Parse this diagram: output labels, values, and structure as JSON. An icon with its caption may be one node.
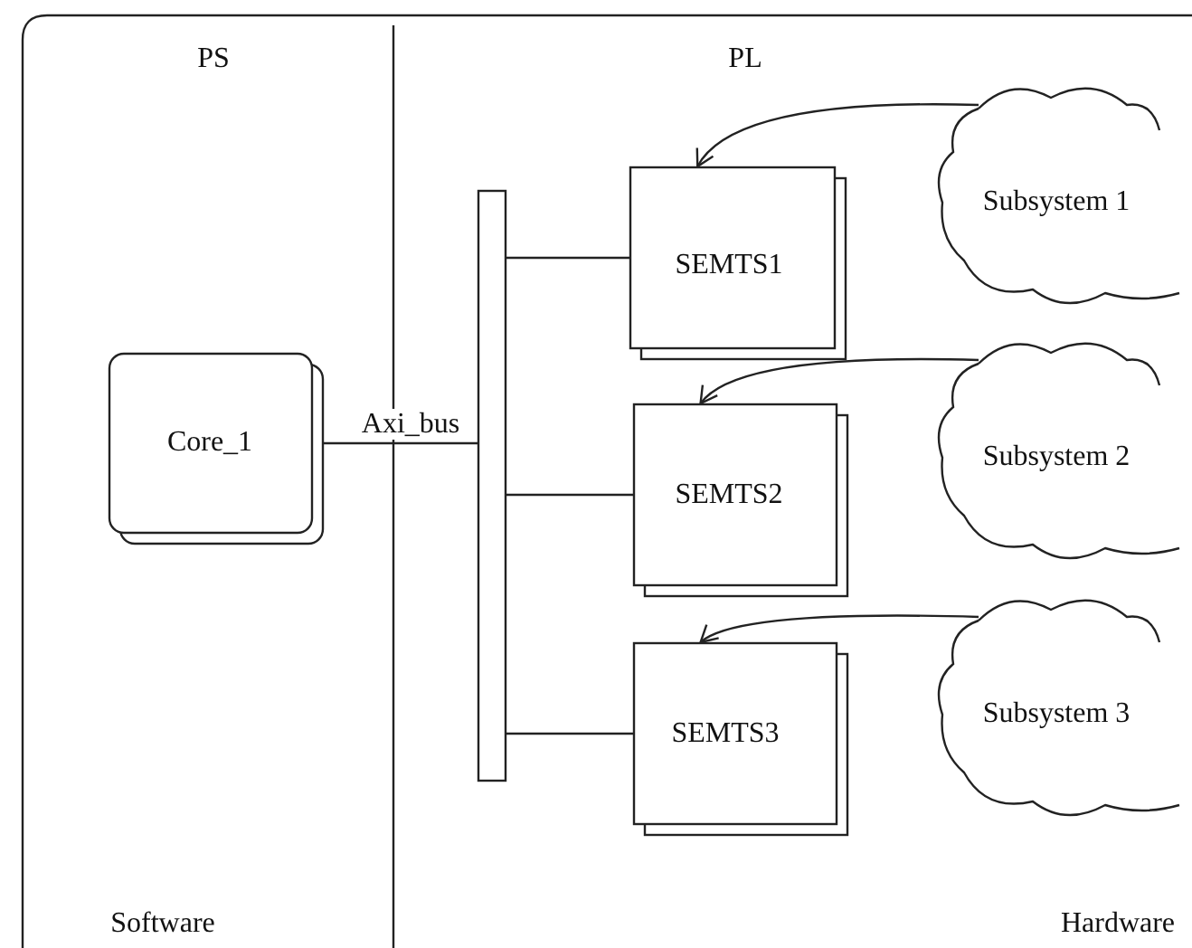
{
  "diagram": {
    "nodes": [
      {
        "text": [
          "Core_1"
        ]
      },
      {
        "text": [],
        "shape": "bar"
      },
      {
        "text": [
          "SEMTS1"
        ]
      },
      {
        "text": [
          "Subsystem 1"
        ]
      },
      {
        "text": [
          "SEMTS2"
        ]
      },
      {
        "text": [
          "Subsystem 2"
        ]
      },
      {
        "text": [
          "SEMTS3"
        ]
      },
      {
        "text": [
          "Subsystem 3"
        ]
      }
    ],
    "edges": [
      {
        "from": 0,
        "to": 1,
        "arrow": "none",
        "label": "Axi_bus"
      },
      {
        "from": 1,
        "to": 2,
        "arrow": "none"
      },
      {
        "from": 1,
        "to": 4,
        "arrow": "none"
      },
      {
        "from": 1,
        "to": 6,
        "arrow": "none"
      },
      {
        "from": 3,
        "to": 2,
        "arrow": "to"
      },
      {
        "from": 5,
        "to": 4,
        "arrow": "to"
      },
      {
        "from": 7,
        "to": 6,
        "arrow": "to"
      }
    ],
    "labels": [
      "PS",
      "PL",
      "Software",
      "Hardware"
    ]
  }
}
